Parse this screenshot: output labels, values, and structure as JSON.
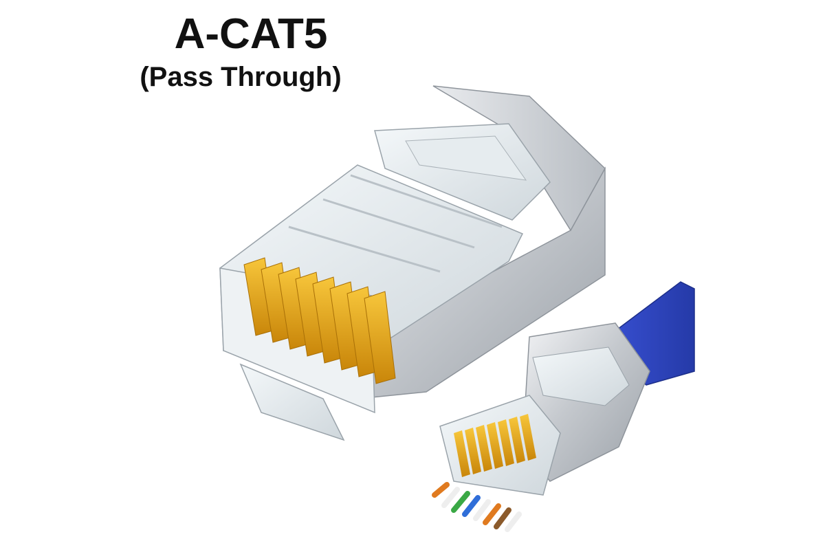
{
  "heading": {
    "title": "A-CAT5",
    "subtitle": "(Pass Through)"
  },
  "colors": {
    "background": "#ffffff",
    "text": "#111111",
    "metal_shield": "#c9cdd2",
    "gold_contacts": "#e8a612",
    "cable_jacket": "#2f45c8"
  },
  "illustration": {
    "large_connector": "rj45-connector-large",
    "small_connector": "rj45-connector-with-cable",
    "wire_colors": [
      "#e07a1f",
      "#f2f2f2",
      "#3aa845",
      "#2f6ed8",
      "#f2f2f2",
      "#e07a1f",
      "#8b5a2b",
      "#f2f2f2"
    ]
  }
}
